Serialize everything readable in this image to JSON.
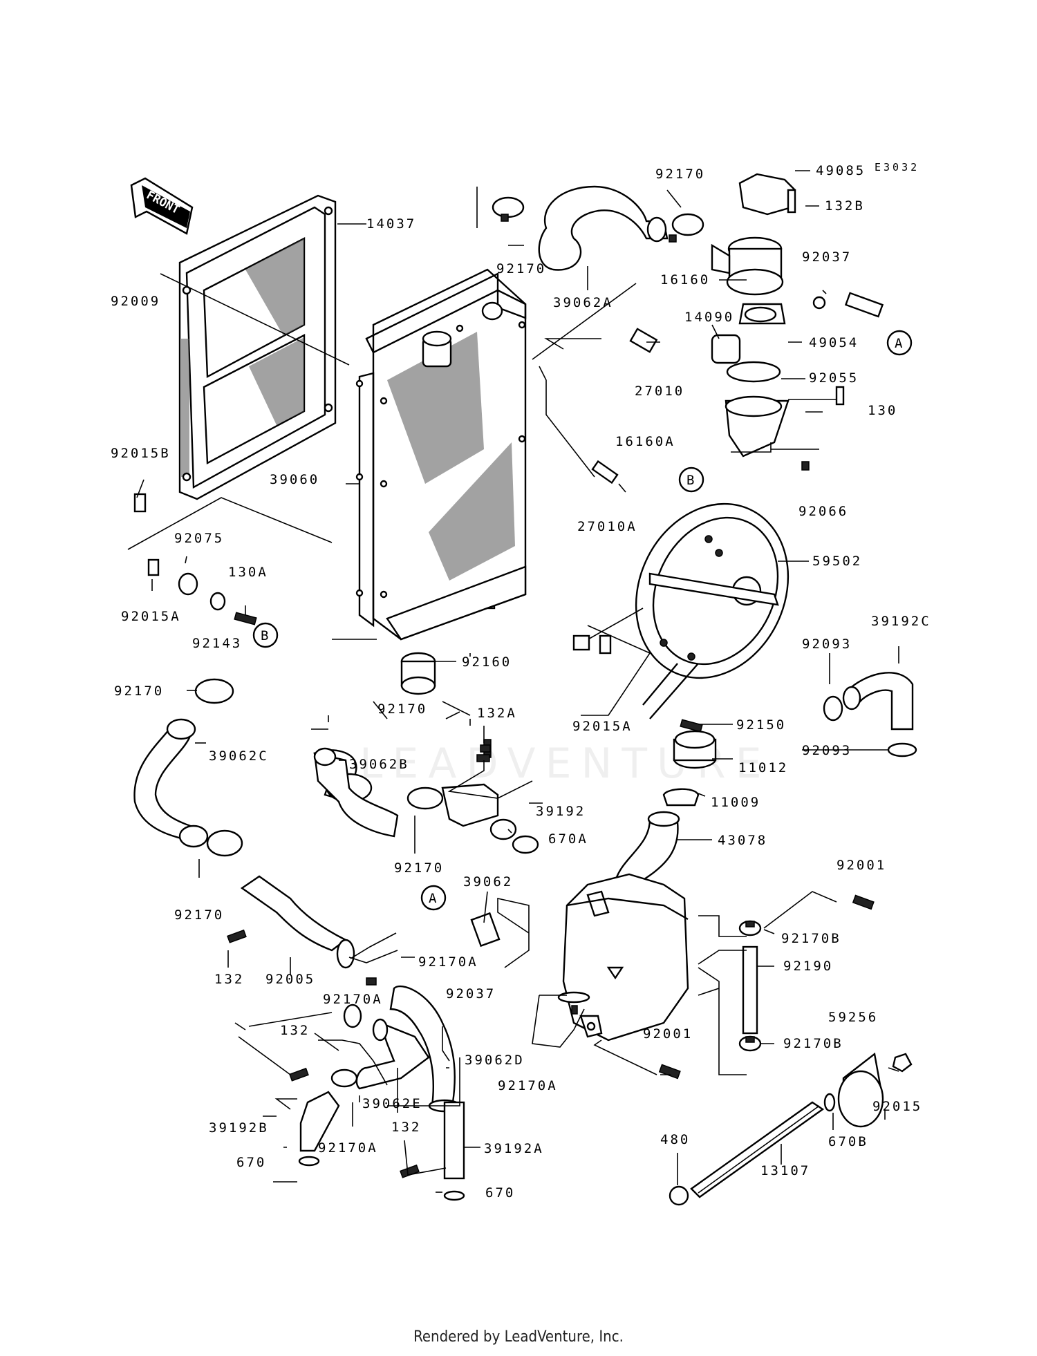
{
  "diagram_code": "E3032",
  "front_label": "FRONT",
  "watermark": "LEADVENTURE",
  "footer": "Rendered by LeadVenture, Inc.",
  "circle_refs": {
    "a": "A",
    "b": "B"
  },
  "parts": [
    {
      "id": "p14037",
      "label": "14037"
    },
    {
      "id": "p92009",
      "label": "92009"
    },
    {
      "id": "p92015B",
      "label": "92015B"
    },
    {
      "id": "p39060",
      "label": "39060"
    },
    {
      "id": "p92075",
      "label": "92075"
    },
    {
      "id": "p130A",
      "label": "130A"
    },
    {
      "id": "p92015A_l",
      "label": "92015A"
    },
    {
      "id": "p92143",
      "label": "92143"
    },
    {
      "id": "p92170_tl",
      "label": "92170"
    },
    {
      "id": "p92170_tr",
      "label": "92170"
    },
    {
      "id": "p39062A",
      "label": "39062A"
    },
    {
      "id": "p49085",
      "label": "49085"
    },
    {
      "id": "p132B",
      "label": "132B"
    },
    {
      "id": "p16160",
      "label": "16160"
    },
    {
      "id": "p92037_t",
      "label": "92037"
    },
    {
      "id": "p14090",
      "label": "14090"
    },
    {
      "id": "p49054",
      "label": "49054"
    },
    {
      "id": "p27010",
      "label": "27010"
    },
    {
      "id": "p92055",
      "label": "92055"
    },
    {
      "id": "p130",
      "label": "130"
    },
    {
      "id": "p16160A",
      "label": "16160A"
    },
    {
      "id": "p27010A",
      "label": "27010A"
    },
    {
      "id": "p92066",
      "label": "92066"
    },
    {
      "id": "p59502",
      "label": "59502"
    },
    {
      "id": "p39192C",
      "label": "39192C"
    },
    {
      "id": "p92093_a",
      "label": "92093"
    },
    {
      "id": "p92093_b",
      "label": "92093"
    },
    {
      "id": "p92160",
      "label": "92160"
    },
    {
      "id": "p92170_l",
      "label": "92170"
    },
    {
      "id": "p92170_m",
      "label": "92170"
    },
    {
      "id": "p92015A_r",
      "label": "92015A"
    },
    {
      "id": "p92150",
      "label": "92150"
    },
    {
      "id": "p39062C",
      "label": "39062C"
    },
    {
      "id": "p132A",
      "label": "132A"
    },
    {
      "id": "p39062B",
      "label": "39062B"
    },
    {
      "id": "p11012",
      "label": "11012"
    },
    {
      "id": "p39192",
      "label": "39192"
    },
    {
      "id": "p11009",
      "label": "11009"
    },
    {
      "id": "p670A",
      "label": "670A"
    },
    {
      "id": "p92170_c",
      "label": "92170"
    },
    {
      "id": "p43078",
      "label": "43078"
    },
    {
      "id": "p92170_ll",
      "label": "92170"
    },
    {
      "id": "p39062",
      "label": "39062"
    },
    {
      "id": "p92001_t",
      "label": "92001"
    },
    {
      "id": "p92170B_t",
      "label": "92170B"
    },
    {
      "id": "p132_l",
      "label": "132"
    },
    {
      "id": "p92005",
      "label": "92005"
    },
    {
      "id": "p92170A_a",
      "label": "92170A"
    },
    {
      "id": "p92190",
      "label": "92190"
    },
    {
      "id": "p92037_b",
      "label": "92037"
    },
    {
      "id": "p92170A_b",
      "label": "92170A"
    },
    {
      "id": "p59256",
      "label": "59256"
    },
    {
      "id": "p132_m",
      "label": "132"
    },
    {
      "id": "p39062D",
      "label": "39062D"
    },
    {
      "id": "p92001_b",
      "label": "92001"
    },
    {
      "id": "p92170B_b",
      "label": "92170B"
    },
    {
      "id": "p92170A_c",
      "label": "92170A"
    },
    {
      "id": "p39062E",
      "label": "39062E"
    },
    {
      "id": "p92015",
      "label": "92015"
    },
    {
      "id": "p39192B",
      "label": "39192B"
    },
    {
      "id": "p92170A_d",
      "label": "92170A"
    },
    {
      "id": "p132_b",
      "label": "132"
    },
    {
      "id": "p39192A",
      "label": "39192A"
    },
    {
      "id": "p480",
      "label": "480"
    },
    {
      "id": "p670B",
      "label": "670B"
    },
    {
      "id": "p670_l",
      "label": "670"
    },
    {
      "id": "p13107",
      "label": "13107"
    },
    {
      "id": "p670_b",
      "label": "670"
    }
  ]
}
